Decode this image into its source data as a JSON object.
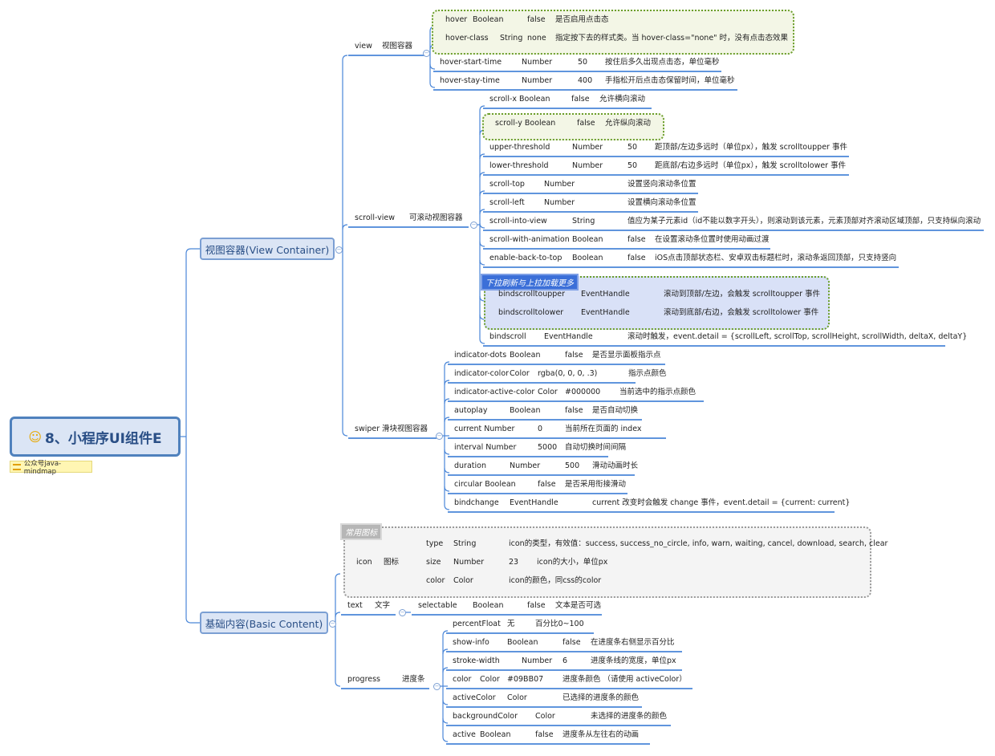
{
  "root": {
    "title": "8、小程序UI组件E",
    "icon": "smile-icon",
    "note": "公众号java-mindmap",
    "note_icon": "menu-icon"
  },
  "branches": {
    "view_container": "视图容器(View Container)",
    "basic_content": "基础内容(Basic Content)"
  },
  "view": {
    "label": [
      "view",
      "视图容器"
    ],
    "attrs": [
      [
        "hover",
        "Boolean",
        "false",
        "是否启用点击态"
      ],
      [
        "hover-class",
        "String",
        "none",
        "指定按下去的样式类。当 hover-class=\"none\" 时，没有点击态效果"
      ],
      [
        "hover-start-time",
        "Number",
        "50",
        "按住后多久出现点击态，单位毫秒"
      ],
      [
        "hover-stay-time",
        "Number",
        "400",
        "手指松开后点击态保留时间，单位毫秒"
      ]
    ]
  },
  "scroll_view": {
    "label": [
      "scroll-view",
      "可滚动视图容器"
    ],
    "tag": "下拉刷新与上拉加载更多",
    "attrs": [
      [
        "scroll-x Boolean",
        "false",
        "允许横向滚动"
      ],
      [
        "scroll-y Boolean",
        "false",
        "允许纵向滚动"
      ],
      [
        "upper-threshold",
        "Number",
        "50",
        "距顶部/左边多远时（单位px），触发 scrolltoupper 事件"
      ],
      [
        "lower-threshold",
        "Number",
        "50",
        "距底部/右边多远时（单位px），触发 scrolltolower 事件"
      ],
      [
        "scroll-top",
        "Number",
        "设置竖向滚动条位置"
      ],
      [
        "scroll-left",
        "Number",
        "设置横向滚动条位置"
      ],
      [
        "scroll-into-view",
        "String",
        "值应为某子元素id（id不能以数字开头），则滚动到该元素，元素顶部对齐滚动区域顶部，只支持纵向滚动"
      ],
      [
        "scroll-with-animation",
        "Boolean",
        "false",
        "在设置滚动条位置时使用动画过渡"
      ],
      [
        "enable-back-to-top",
        "Boolean",
        "false",
        "iOS点击顶部状态栏、安卓双击标题栏时，滚动条返回顶部，只支持竖向"
      ],
      [
        "bindscrolltoupper",
        "EventHandle",
        "滚动到顶部/左边，会触发 scrolltoupper 事件"
      ],
      [
        "bindscrolltolower",
        "EventHandle",
        "滚动到底部/右边，会触发 scrolltolower 事件"
      ],
      [
        "bindscroll",
        "EventHandle",
        "滚动时触发，event.detail = {scrollLeft, scrollTop, scrollHeight, scrollWidth, deltaX, deltaY}"
      ]
    ]
  },
  "swiper": {
    "label": [
      "swiper",
      "滑块视图容器"
    ],
    "attrs": [
      [
        "indicator-dots",
        "Boolean",
        "false",
        "是否显示面板指示点"
      ],
      [
        "indicator-color",
        "Color",
        "rgba(0, 0, 0, .3)",
        "指示点颜色"
      ],
      [
        "indicator-active-color",
        "Color",
        "#000000",
        "当前选中的指示点颜色"
      ],
      [
        "autoplay",
        "Boolean",
        "false",
        "是否自动切换"
      ],
      [
        "current Number",
        "0",
        "当前所在页面的 index"
      ],
      [
        "interval Number",
        "5000",
        "自动切换时间间隔"
      ],
      [
        "duration",
        "Number",
        "500",
        "滑动动画时长"
      ],
      [
        "circular Boolean",
        "false",
        "是否采用衔接滑动"
      ],
      [
        "bindchange",
        "EventHandle",
        "current 改变时会触发 change 事件，event.detail = {current: current}"
      ]
    ]
  },
  "icon": {
    "label": [
      "icon",
      "图标"
    ],
    "tag": "常用图标",
    "attrs": [
      [
        "type",
        "String",
        "icon的类型，有效值：success, success_no_circle, info, warn, waiting, cancel, download, search, clear"
      ],
      [
        "size",
        "Number",
        "23",
        "icon的大小，单位px"
      ],
      [
        "color",
        "Color",
        "icon的颜色，同css的color"
      ]
    ]
  },
  "text": {
    "label": [
      "text",
      "文字"
    ],
    "attrs": [
      [
        "selectable",
        "Boolean",
        "false",
        "文本是否可选"
      ]
    ]
  },
  "progress": {
    "label": [
      "progress",
      "进度条"
    ],
    "attrs": [
      [
        "percentFloat",
        "无",
        "百分比0~100"
      ],
      [
        "show-info",
        "Boolean",
        "false",
        "在进度条右侧显示百分比"
      ],
      [
        "stroke-width",
        "Number",
        "6",
        "进度条线的宽度，单位px"
      ],
      [
        "color",
        "Color",
        "#09BB07",
        "进度条颜色 （请使用 activeColor）"
      ],
      [
        "activeColor",
        "Color",
        "已选择的进度条的颜色"
      ],
      [
        "backgroundColor",
        "Color",
        "未选择的进度条的颜色"
      ],
      [
        "active",
        "Boolean",
        "false",
        "进度条从左往右的动画"
      ]
    ]
  },
  "colors": {
    "line": "#4a86d8",
    "main_border": "#7b9fd3",
    "text": "#222222"
  }
}
